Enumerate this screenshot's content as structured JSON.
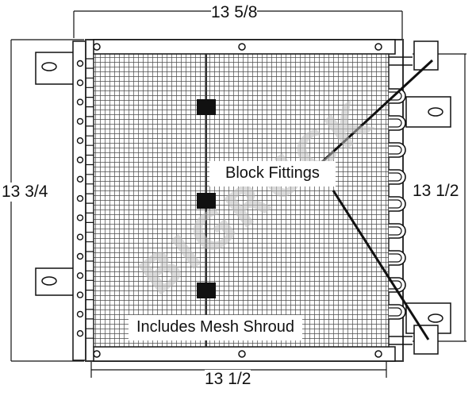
{
  "dimensions": {
    "top_width": "13 5/8",
    "left_height": "13 3/4",
    "right_height": "13 1/2",
    "bottom_width": "13 1/2"
  },
  "callouts": {
    "fittings": "Block Fittings",
    "shroud": "Includes Mesh Shroud"
  },
  "watermark": "BIGRUCK",
  "colors": {
    "line": "#111111",
    "mesh": "#444444",
    "frame": "#333333",
    "block": "#111111"
  }
}
